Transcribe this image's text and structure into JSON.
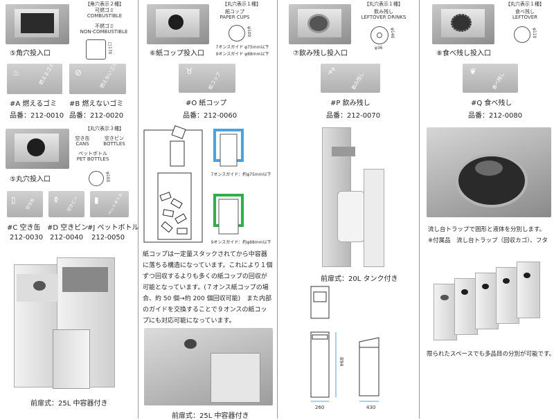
{
  "col1": {
    "header_kaku": "【角穴表示２種】",
    "combustible_jp": "可燃ゴミ",
    "combustible_en": "COMBUSTIBLE",
    "noncombustible_jp": "不燃ゴミ",
    "noncombustible_en": "NON-COMBUSTIBLE",
    "kaku_dim": "□170",
    "kaku_title": "⑤角穴投入口",
    "a_label": "#A 燃えるゴミ",
    "a_tag": "燃えるゴミ",
    "b_label": "#B 燃えないゴミ",
    "b_tag": "燃えないゴミ",
    "a_code": "品番：212-0010",
    "b_code": "品番：212-0020",
    "header_maru": "【丸穴表示３種】",
    "cans_jp": "空き缶",
    "cans_en": "CANS",
    "bottles_jp": "空きビン",
    "bottles_en": "BOTTLES",
    "pet_jp": "ペットボトル",
    "pet_en": "PET BOTTLES",
    "maru_dim": "φ100",
    "maru_title": "⑤丸穴投入口",
    "c_label": "#C 空き缶",
    "c_tag": "空き缶",
    "d_label": "#D 空きビン",
    "d_tag": "空きビン",
    "j_label": "#J ペットボトル",
    "j_tag": "ペットボトル",
    "c_code": "212-0030",
    "d_code": "212-0040",
    "j_code": "212-0050",
    "caption": "前扉式：25L 中容器付き"
  },
  "col2": {
    "header": "【丸穴表示１種】",
    "cups_jp": "紙コップ",
    "cups_en": "PAPER CUPS",
    "dim": "φ100",
    "guide1": "7オンスガイド φ75mm以下",
    "guide2": "9オンスガイド φ88mm以下",
    "title": "⑥紙コップ投入口",
    "tag": "紙コップ",
    "o_label": "#O 紙コップ",
    "o_code": "品番：212-0060",
    "diag_7oz": "7オンスガイド：約φ75mm以下",
    "diag_9oz": "9オンスガイド：約φ88mm以下",
    "paragraph": "紙コップは一定量スタックされてから中容器に落ちる構造になっています。これにより１個ずつ回収するよりも多くの紙コップの回収が可能となっています。(７オンス紙コップの場合、約 50 個→約 200 個回収可能)　また内部のガイドを交換することで９オンスの紙コップにも対応可能になっています。",
    "caption": "前扉式：25L 中容器付き"
  },
  "col3": {
    "header": "【丸穴表示１種】",
    "drinks_jp": "飲み残し",
    "drinks_en": "LEFTOVER DRINKS",
    "outer_dim": "φ140",
    "inner_dim": "φ36",
    "title": "⑦飲み残し投入口",
    "tag": "飲み残し",
    "p_label": "#P 飲み残し",
    "p_code": "品番：212-0070",
    "caption": "前扉式：20L タンク付き",
    "height_dim": "894",
    "width_dim": "260",
    "depth_dim": "430"
  },
  "col4": {
    "header": "【丸穴表示１種】",
    "food_jp": "食べ残し",
    "food_en": "LEFTOVER",
    "dim": "φ110",
    "title": "⑧食べ残し投入口",
    "tag": "食べ残し",
    "q_label": "#Q 食べ残し",
    "q_code": "品番：212-0080",
    "note1": "流し台トラップで固形と液体を分別します。",
    "note2": "※付属品　流し台トラップ（回収カゴ）、フタ",
    "caption": "限られたスペースでも多品目の分別が可能です。"
  }
}
